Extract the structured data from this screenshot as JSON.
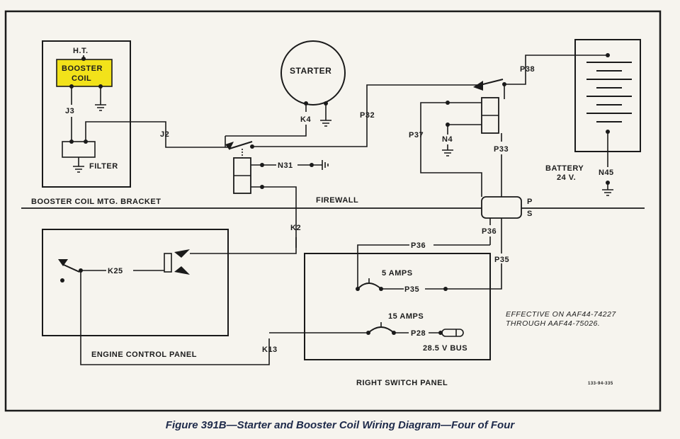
{
  "labels": {
    "ht": "H.T.",
    "booster_coil_1": "BOOSTER",
    "booster_coil_2": "COIL",
    "j3": "J3",
    "filter": "FILTER",
    "bracket": "BOOSTER COIL MTG. BRACKET",
    "j2": "J2",
    "starter": "STARTER",
    "k4": "K4",
    "p32": "P32",
    "n31": "N31",
    "firewall": "FIREWALL",
    "k2": "K2",
    "k25": "K25",
    "engine_panel": "ENGINE CONTROL PANEL",
    "k13": "K13",
    "p37": "P37",
    "n4": "N4",
    "p33": "P33",
    "p38": "P38",
    "battery_1": "BATTERY",
    "battery_2": "24 V.",
    "n45": "N45",
    "plug_p": "P",
    "plug_s": "S",
    "p36_top": "P36",
    "p36_wire": "P36",
    "p35_wire": "P35",
    "amps5": "5 AMPS",
    "p35": "P35",
    "amps15": "15 AMPS",
    "p28": "P28",
    "bus": "28.5 V BUS",
    "right_panel": "RIGHT SWITCH PANEL",
    "effective_1": "EFFECTIVE ON AAF44-74227",
    "effective_2": "THROUGH AAF44-75026.",
    "drawing_no": "133-94-335"
  },
  "caption": "Figure 391B—Starter and Booster Coil Wiring Diagram—Four of Four",
  "colors": {
    "booster_coil": "#f2e21a",
    "ink": "#1a1a1a",
    "caption": "#1e2a4a"
  }
}
